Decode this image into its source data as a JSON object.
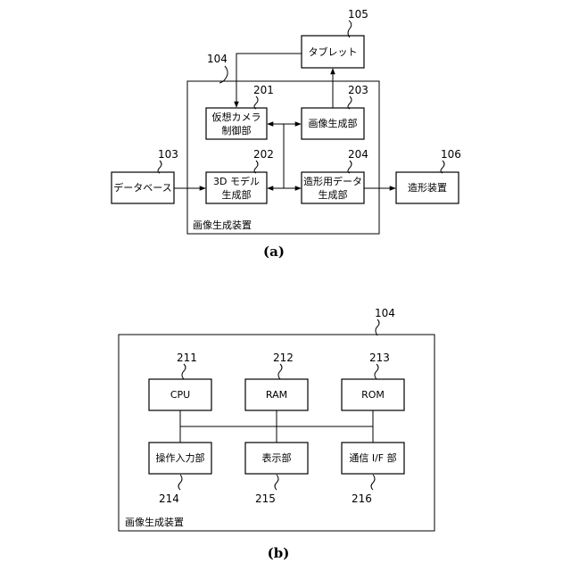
{
  "diagram_a": {
    "caption": "(a)",
    "container": {
      "label": "画像生成装置",
      "ref": "104"
    },
    "nodes": {
      "tablet": {
        "label": "タブレット",
        "ref": "105"
      },
      "camera_ctrl": {
        "line1": "仮想カメラ",
        "line2": "制御部",
        "ref": "201"
      },
      "image_gen": {
        "label": "画像生成部",
        "ref": "203"
      },
      "model_gen": {
        "line1": "3D モデル",
        "line2": "生成部",
        "ref": "202"
      },
      "shaping_data_gen": {
        "line1": "造形用データ",
        "line2": "生成部",
        "ref": "204"
      },
      "database": {
        "label": "データベース",
        "ref": "103"
      },
      "shaping_device": {
        "label": "造形装置",
        "ref": "106"
      }
    }
  },
  "diagram_b": {
    "caption": "(b)",
    "container": {
      "label": "画像生成装置",
      "ref": "104"
    },
    "nodes": {
      "cpu": {
        "label": "CPU",
        "ref": "211"
      },
      "ram": {
        "label": "RAM",
        "ref": "212"
      },
      "rom": {
        "label": "ROM",
        "ref": "213"
      },
      "input": {
        "label": "操作入力部",
        "ref": "214"
      },
      "display": {
        "label": "表示部",
        "ref": "215"
      },
      "comm": {
        "label": "通信 I/F 部",
        "ref": "216"
      }
    }
  }
}
